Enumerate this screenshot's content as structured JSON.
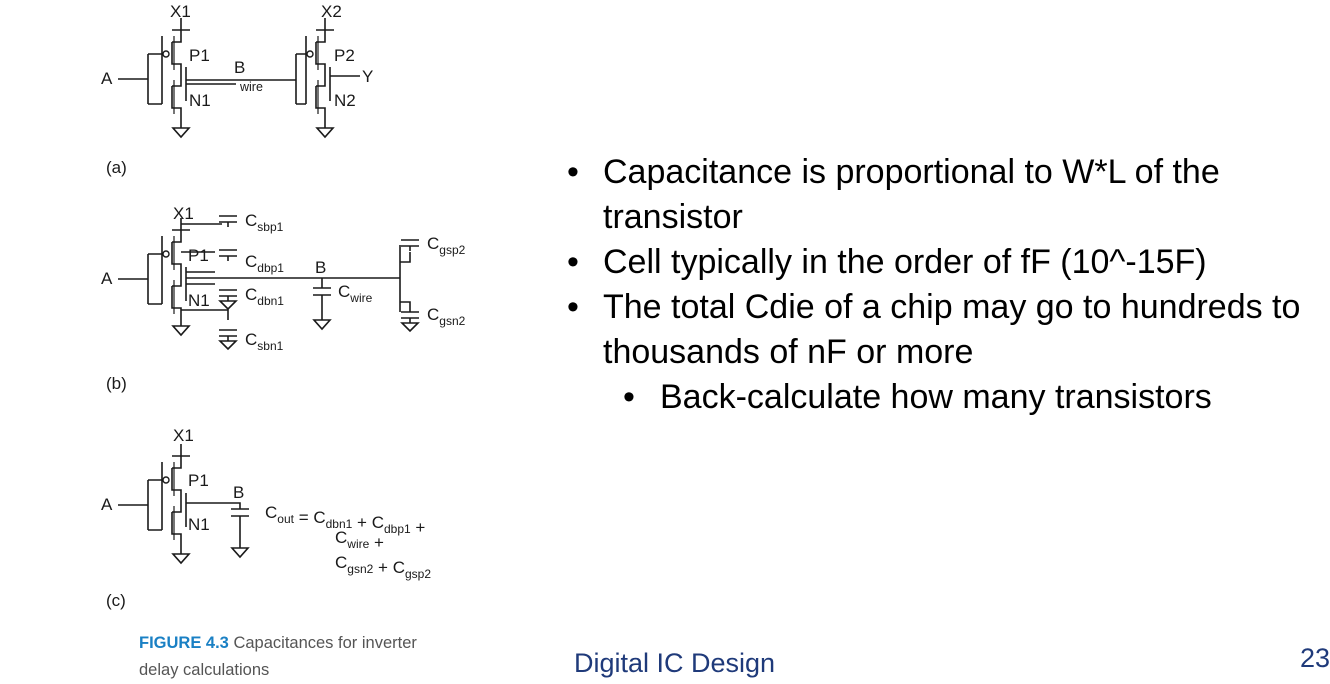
{
  "figure": {
    "a": {
      "panel_label": "(a)",
      "x1": "X1",
      "x2": "X2",
      "p1": "P1",
      "p2": "P2",
      "n1": "N1",
      "n2": "N2",
      "a": "A",
      "b": "B",
      "wire": "wire",
      "y": "Y"
    },
    "b": {
      "panel_label": "(b)",
      "x1": "X1",
      "p1": "P1",
      "n1": "N1",
      "a": "A",
      "b": "B",
      "caps": {
        "sbp1": {
          "base": "C",
          "sub": "sbp1"
        },
        "dbp1": {
          "base": "C",
          "sub": "dbp1"
        },
        "dbn1": {
          "base": "C",
          "sub": "dbn1"
        },
        "wire": {
          "base": "C",
          "sub": "wire"
        },
        "sbn1": {
          "base": "C",
          "sub": "sbn1"
        },
        "gsp2": {
          "base": "C",
          "sub": "gsp2"
        },
        "gsn2": {
          "base": "C",
          "sub": "gsn2"
        }
      }
    },
    "c": {
      "panel_label": "(c)",
      "x1": "X1",
      "p1": "P1",
      "n1": "N1",
      "a": "A",
      "b": "B",
      "eq": {
        "line1": [
          {
            "base": "C",
            "sub": "out"
          },
          {
            "op": " = "
          },
          {
            "base": "C",
            "sub": "dbn1"
          },
          {
            "op": " + "
          },
          {
            "base": "C",
            "sub": "dbp1"
          },
          {
            "op": " +"
          }
        ],
        "line2": [
          {
            "base": "C",
            "sub": "wire"
          },
          {
            "op": " +"
          }
        ],
        "line3": [
          {
            "base": "C",
            "sub": "gsn2"
          },
          {
            "op": " + "
          },
          {
            "base": "C",
            "sub": "gsp2"
          }
        ]
      }
    },
    "caption": {
      "number": "FIGURE 4.3",
      "text_line1": "Capacitances for inverter",
      "text_line2": "delay calculations"
    }
  },
  "bullets": [
    {
      "level": 1,
      "text": "Capacitance is proportional to W*L of the transistor"
    },
    {
      "level": 1,
      "text": "Cell typically in the order of fF (10^-15F)"
    },
    {
      "level": 1,
      "text": "The total Cdie of a chip may go to hundreds to thousands of nF or more"
    },
    {
      "level": 2,
      "text": "Back-calculate how many transistors"
    }
  ],
  "footer": {
    "title": "Digital IC Design",
    "page_number": "23"
  }
}
